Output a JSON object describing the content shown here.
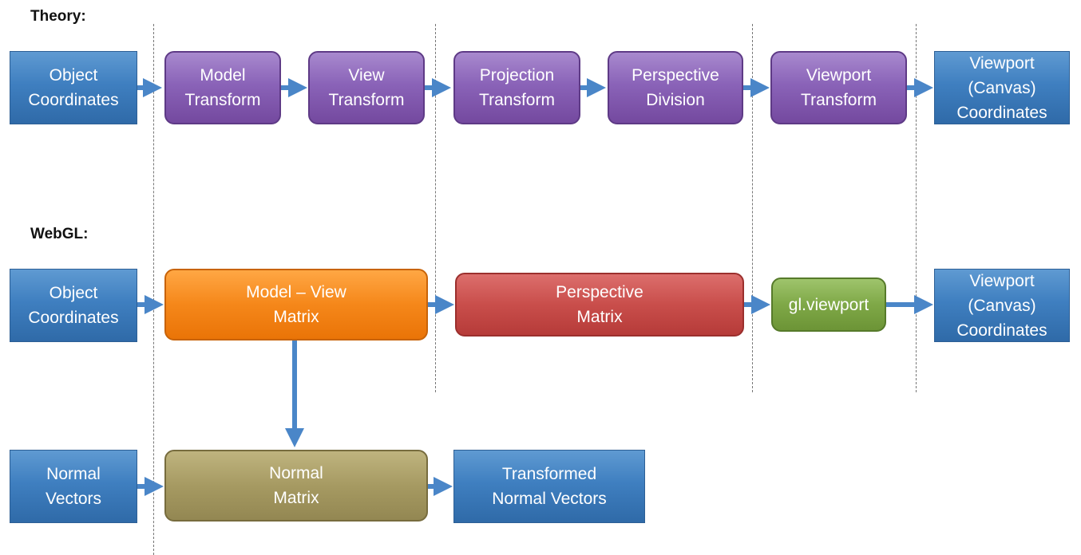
{
  "theory": {
    "title": "Theory:",
    "object_coords": [
      "Object",
      "Coordinates"
    ],
    "model_transform": [
      "Model",
      "Transform"
    ],
    "view_transform": [
      "View",
      "Transform"
    ],
    "projection_transform": [
      "Projection",
      "Transform"
    ],
    "perspective_division": [
      "Perspective",
      "Division"
    ],
    "viewport_transform": [
      "Viewport",
      "Transform"
    ],
    "viewport_coords": [
      "Viewport",
      "(Canvas)",
      "Coordinates"
    ]
  },
  "webgl": {
    "title": "WebGL:",
    "object_coords": [
      "Object",
      "Coordinates"
    ],
    "model_view_matrix": [
      "Model – View",
      "Matrix"
    ],
    "perspective_matrix": [
      "Perspective",
      "Matrix"
    ],
    "gl_viewport": [
      "gl.viewport"
    ],
    "viewport_coords": [
      "Viewport",
      "(Canvas)",
      "Coordinates"
    ],
    "normal_vectors": [
      "Normal",
      "Vectors"
    ],
    "normal_matrix": [
      "Normal",
      "Matrix"
    ],
    "transformed_normals": [
      "Transformed",
      "Normal Vectors"
    ]
  },
  "colors": {
    "input_output": "#3f7fc0",
    "theory_step": "#8a63b8",
    "model_view": "#f5871a",
    "perspective": "#c94e4b",
    "viewport": "#7fa847",
    "normal_matrix": "#a69a62",
    "arrow": "#4a86c8"
  }
}
